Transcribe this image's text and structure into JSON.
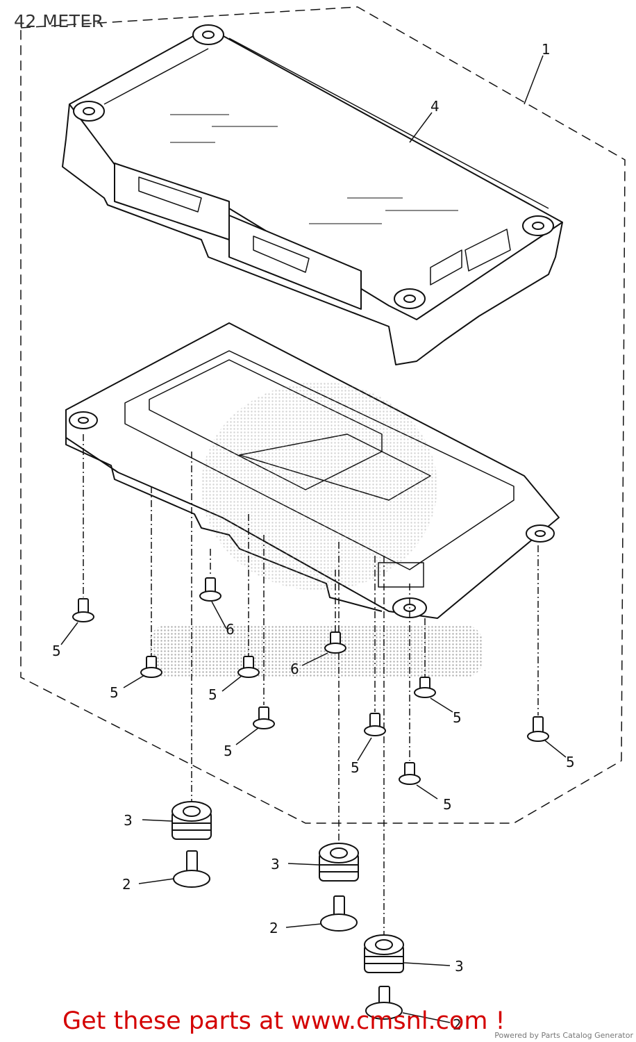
{
  "title": "42 METER",
  "footer": {
    "cta": "Get these parts at www.cmsnl.com !",
    "credit": "Powered by Parts Catalog Generator"
  },
  "callouts": {
    "p1": "1",
    "p4": "4",
    "p5": "5",
    "p6": "6",
    "p3": "3",
    "p2": "2"
  },
  "colors": {
    "line": "#111111",
    "cta": "#d40000",
    "watermark": "#8a8a8a"
  }
}
